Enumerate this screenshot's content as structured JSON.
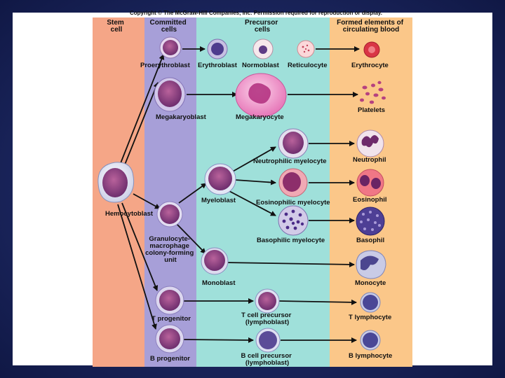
{
  "copyright": "Copyright © The McGraw-Hill Companies, Inc. Permission required for reproduction or display.",
  "columns": {
    "stem": [
      "Stem",
      "cell"
    ],
    "committed": [
      "Committed",
      "cells"
    ],
    "precursor": [
      "Precursor",
      "cells"
    ],
    "formed": [
      "Formed elements of",
      "circulating blood"
    ]
  },
  "labels": {
    "proerythroblast": "Proerythroblast",
    "erythroblast": "Erythroblast",
    "normoblast": "Normoblast",
    "reticulocyte": "Reticulocyte",
    "erythrocyte": "Erythrocyte",
    "megakaryoblast": "Megakaryoblast",
    "megakaryocyte": "Megakaryocyte",
    "platelets": "Platelets",
    "neutrophilic_myelocyte": "Neutrophilic myelocyte",
    "neutrophil": "Neutrophil",
    "myeloblast": "Myeloblast",
    "eosinophilic_myelocyte": "Eosinophilic myelocyte",
    "eosinophil": "Eosinophil",
    "hemocytoblast": "Hemocytoblast",
    "basophilic_myelocyte": "Basophilic myelocyte",
    "basophil": "Basophil",
    "gm_cfu": [
      "Granulocyte-",
      "macrophage",
      "colony-forming",
      "unit"
    ],
    "monoblast": "Monoblast",
    "monocyte": "Monocyte",
    "t_progenitor": "T progenitor",
    "t_precursor": [
      "T cell precursor",
      "(lymphoblast)"
    ],
    "t_lymphocyte": "T lymphocyte",
    "b_progenitor": "B progenitor",
    "b_precursor": [
      "B cell precursor",
      "(lymphoblast)"
    ],
    "b_lymphocyte": "B lymphocyte"
  },
  "colors": {
    "stem": "#f5a687",
    "committed": "#a79fd8",
    "precursor": "#9fe0da",
    "formed": "#fbc789",
    "slide_bg": "#1c2760"
  }
}
